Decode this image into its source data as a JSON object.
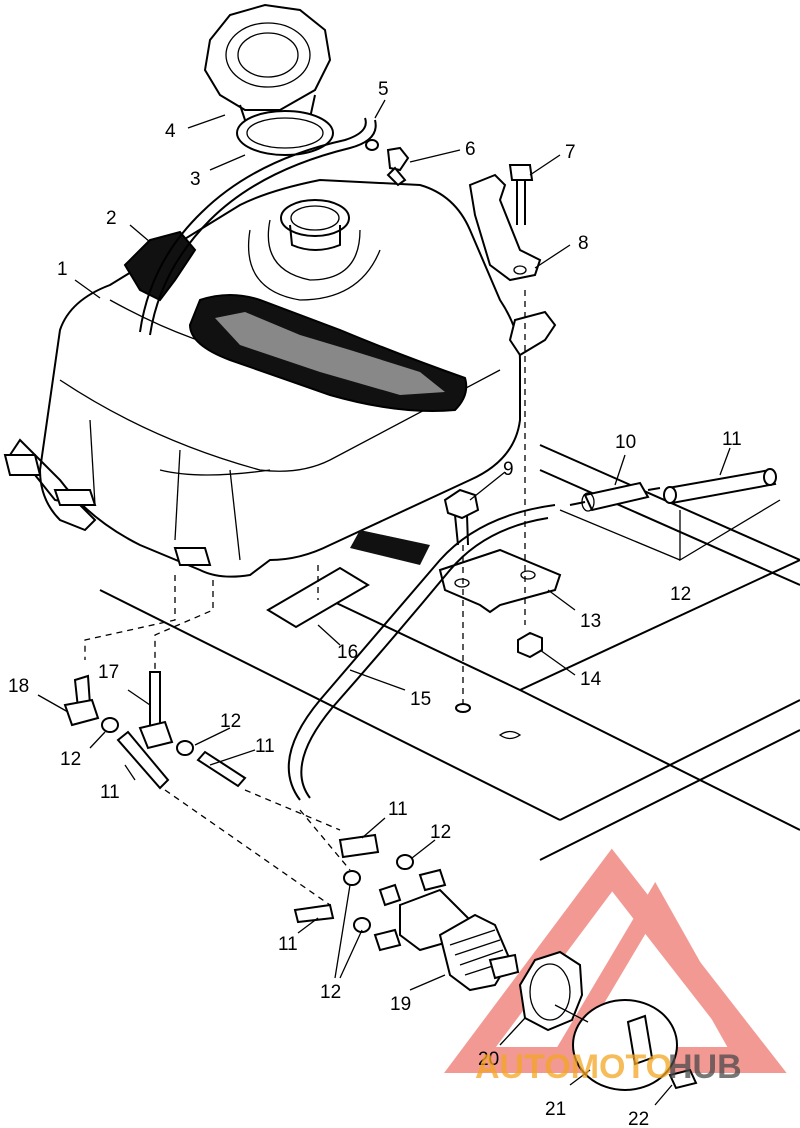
{
  "labels": {
    "p1": "1",
    "p2": "2",
    "p3": "3",
    "p4": "4",
    "p5": "5",
    "p6": "6",
    "p7": "7",
    "p8": "8",
    "p9": "9",
    "p10": "10",
    "p11a": "11",
    "p12a": "12",
    "p13": "13",
    "p14": "14",
    "p15": "15",
    "p16": "16",
    "p17": "17",
    "p18": "18",
    "p12b": "12",
    "p11b": "11",
    "p12c": "12",
    "p11c": "11",
    "p11d": "11",
    "p12d": "12",
    "p11e": "11",
    "p12e": "12",
    "p19": "19",
    "p20": "20",
    "p21": "21",
    "p22": "22"
  },
  "watermark": {
    "part1": "AUTOMOTO",
    "part2": "HUB",
    "color_main": "#e8463c",
    "color_accent": "#f3a623",
    "color_dark": "#4a4a4a"
  }
}
